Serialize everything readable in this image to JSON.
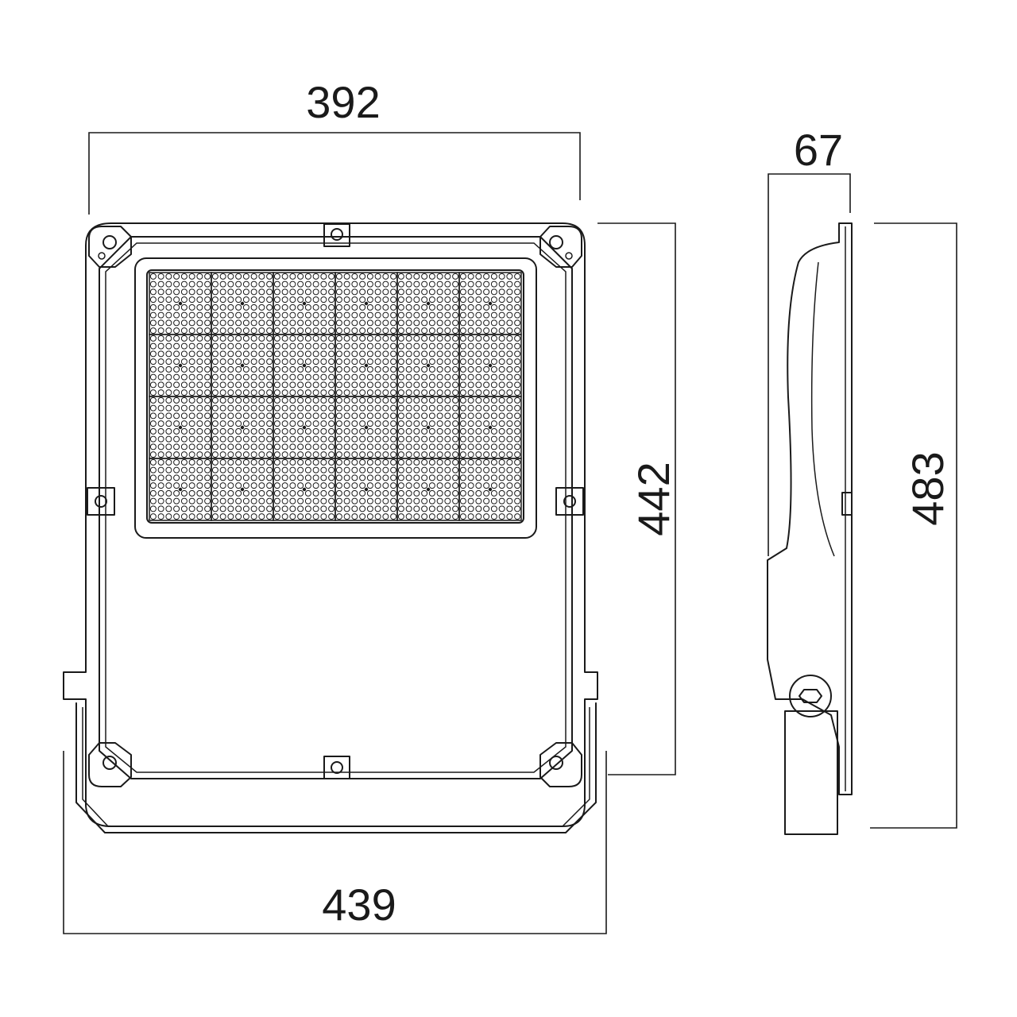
{
  "dimensions": {
    "front_width_top": "392",
    "front_width_bottom": "439",
    "front_height": "442",
    "side_depth": "67",
    "side_height": "483"
  },
  "led_grid": {
    "rows": 4,
    "cols": 6,
    "leds_per_side": 8
  }
}
